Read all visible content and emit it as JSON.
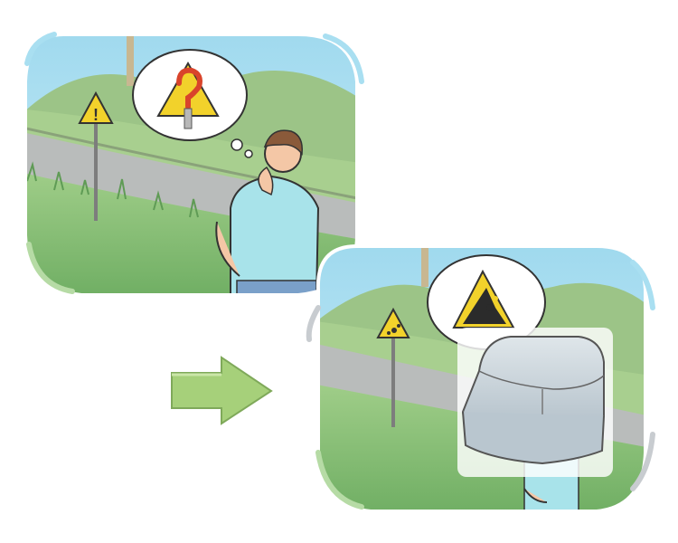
{
  "illustration": {
    "panels": [
      {
        "name": "confused-man-at-roadside",
        "thought": "question-mark-warning-sign"
      },
      {
        "name": "falling-rocks-sign-with-keycap",
        "thought": "falling-rocks-warning-sign"
      }
    ],
    "transition": "right-arrow-icon",
    "colors": {
      "sky": "#a9dff1",
      "hill": "#a7c98c",
      "road": "#b7b9b8",
      "grass": "#8fc27c",
      "sign_yellow": "#f2d22b",
      "arrow": "#a6d07a",
      "keycap": "#c9d2d8"
    }
  }
}
